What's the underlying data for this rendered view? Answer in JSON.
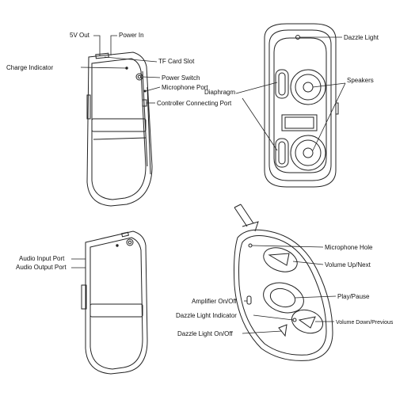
{
  "labels": {
    "out_5v": "5V Out",
    "power_in": "Power In",
    "charge_indicator": "Charge Indicator",
    "tf_card_slot": "TF Card Slot",
    "power_switch": "Power Switch",
    "microphone_port": "Microphone Port",
    "controller_port": "Controller Connecting Port",
    "dazzle_light": "Dazzle Light",
    "speakers": "Speakers",
    "diaphragm": "Diaphragm",
    "audio_input": "Audio Input Port",
    "audio_output": "Audio Output Port",
    "microphone_hole": "Microphone Hole",
    "volume_up_next": "Volume Up/Next",
    "amplifier_onoff": "Amplifier On/Off",
    "play_pause": "Play/Pause",
    "dazzle_indicator": "Dazzle Light Indicator",
    "volume_down_prev": "Volume Down/Previous",
    "dazzle_onoff": "Dazzle Light On/Off"
  }
}
